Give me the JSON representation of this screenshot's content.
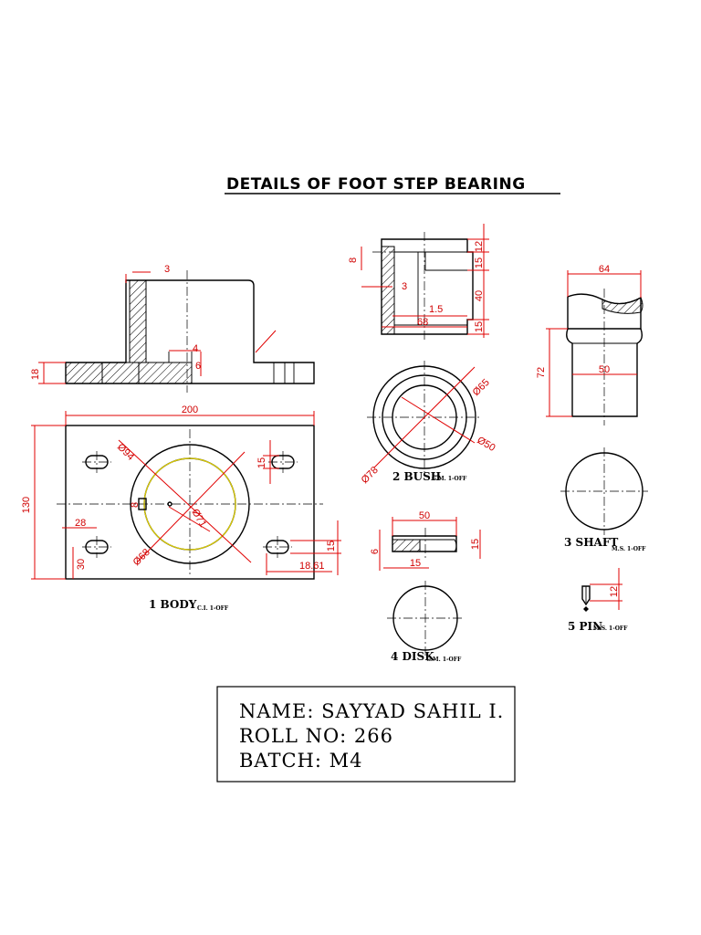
{
  "title": "DETAILS OF FOOT STEP BEARING",
  "parts": {
    "body": {
      "label": "1 BODY",
      "material": "C.I. 1-OFF"
    },
    "bush": {
      "label": "2 BUSH",
      "material": "G.M. 1-OFF"
    },
    "shaft": {
      "label": "3 SHAFT",
      "material": "M.S. 1-OFF"
    },
    "disk": {
      "label": "4 DISK",
      "material": "G.M. 1-OFF"
    },
    "pin": {
      "label": "5 PIN",
      "material": "M.S. 1-OFF"
    }
  },
  "dimensions": {
    "body": {
      "d3": "3",
      "d4": "4",
      "d6": "6",
      "d18": "18",
      "d200": "200",
      "d130": "130",
      "d94": "Ø94",
      "d15": "15",
      "d8": "8",
      "d71": "Ø71",
      "d68": "Ø68",
      "d28": "28",
      "d30": "30",
      "d15b": "15",
      "d18_61": "18.61"
    },
    "bush": {
      "d8": "8",
      "d12": "12",
      "d15a": "15",
      "d3": "3",
      "d40": "40",
      "d1_5": "1.5",
      "d68": "68",
      "d15b": "15",
      "d65": "Ø65",
      "d50": "Ø50",
      "d78": "Ø78"
    },
    "shaft": {
      "d64": "64",
      "d72": "72",
      "d50": "50"
    },
    "disk": {
      "d50": "50",
      "d6": "6",
      "d15a": "15",
      "d15b": "15"
    },
    "pin": {
      "d12": "12"
    }
  },
  "info": {
    "name": "NAME: SAYYAD SAHIL I.",
    "roll": "ROLL NO: 266",
    "batch": "BATCH: M4"
  }
}
